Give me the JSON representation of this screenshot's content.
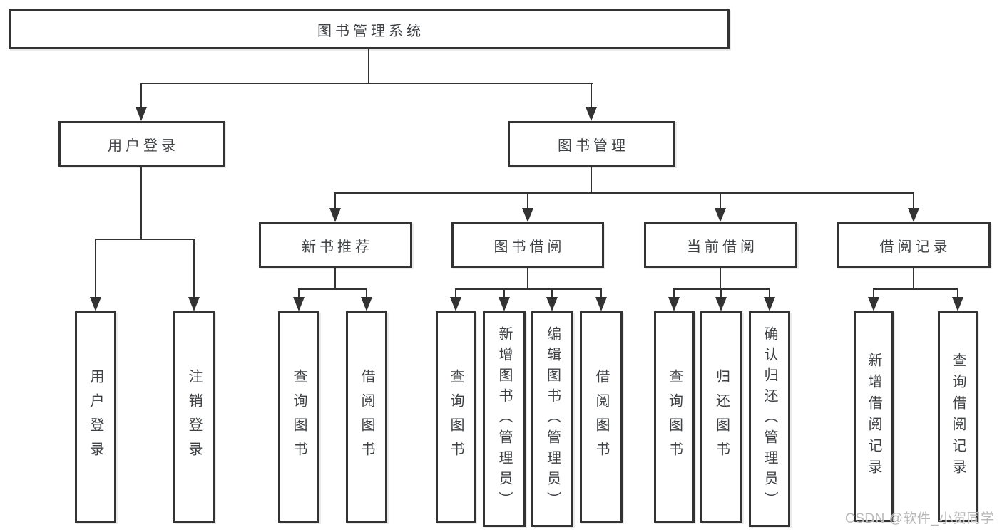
{
  "diagram": {
    "watermark": "CSDN @软件_小贺同学",
    "colors": {
      "line": "#333333",
      "text": "#3f4245",
      "box_bg": "#ffffff",
      "background": "#ffffff",
      "watermark": "#b8b8b8"
    },
    "tree": {
      "label": "图书管理系统",
      "children": [
        {
          "label": "用户登录",
          "children": [
            {
              "label": "用户登录"
            },
            {
              "label": "注销登录"
            }
          ]
        },
        {
          "label": "图书管理",
          "children": [
            {
              "label": "新书推荐",
              "children": [
                {
                  "label": "查询图书"
                },
                {
                  "label": "借阅图书"
                }
              ]
            },
            {
              "label": "图书借阅",
              "children": [
                {
                  "label": "查询图书"
                },
                {
                  "label": "新增图书（管理员）"
                },
                {
                  "label": "编辑图书（管理员）"
                },
                {
                  "label": "借阅图书"
                }
              ]
            },
            {
              "label": "当前借阅",
              "children": [
                {
                  "label": "查询图书"
                },
                {
                  "label": "归还图书"
                },
                {
                  "label": "确认归还（管理员）"
                }
              ]
            },
            {
              "label": "借阅记录",
              "children": [
                {
                  "label": "新增借阅记录"
                },
                {
                  "label": "查询借阅记录"
                }
              ]
            }
          ]
        }
      ]
    }
  }
}
